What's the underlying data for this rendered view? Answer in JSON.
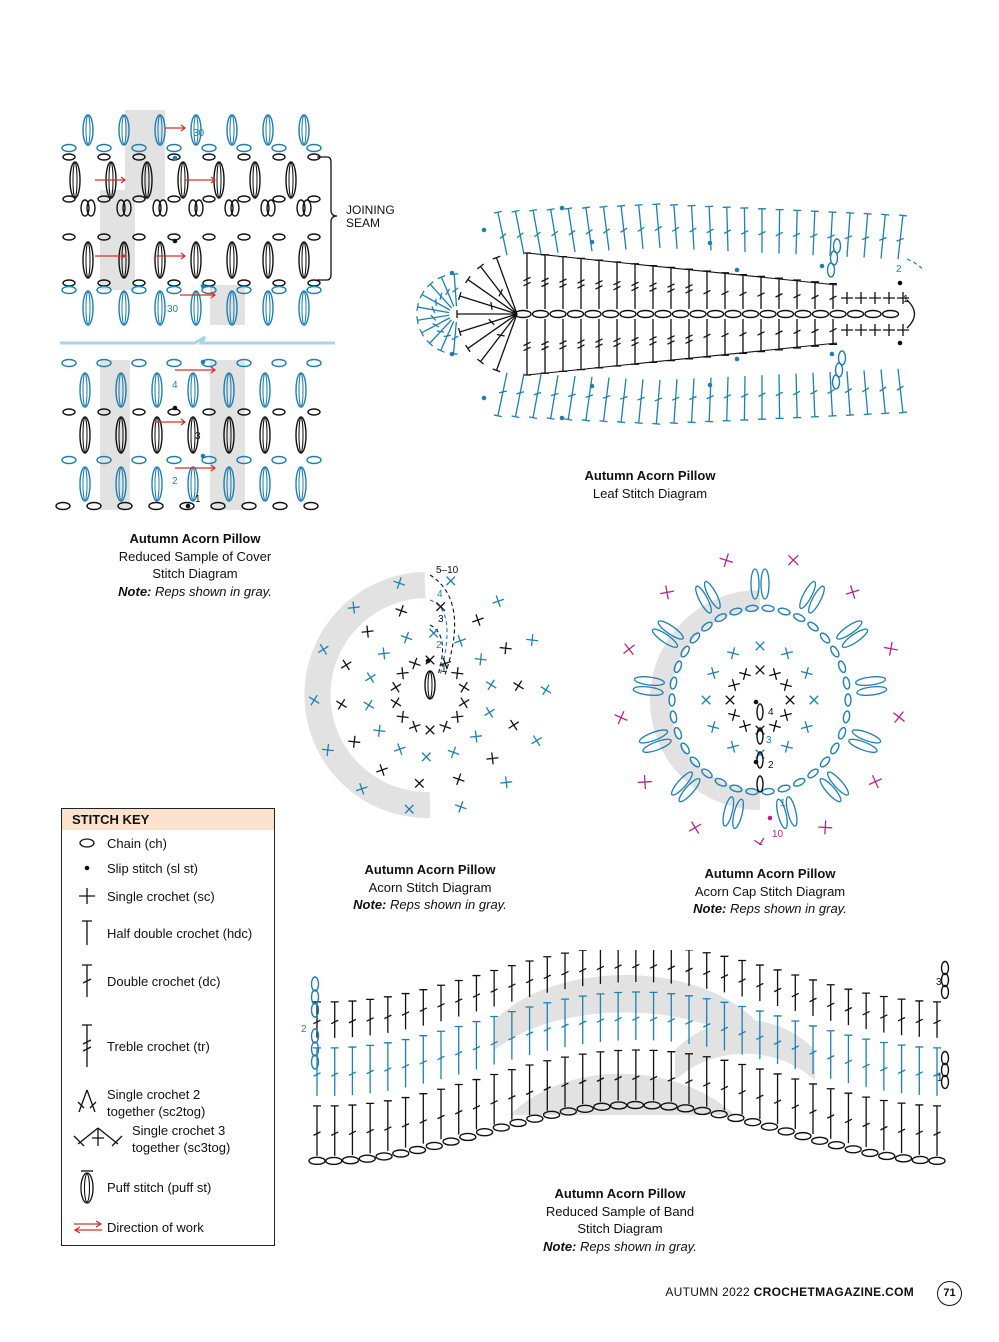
{
  "colors": {
    "blue": "#1f7fb0",
    "black": "#111111",
    "magenta": "#b0288a",
    "gray": "#e2e2e2",
    "arrow_red": "#d0312d",
    "key_header": "#fbe2cf"
  },
  "cover_diagram": {
    "joining_seam": [
      "JOINING",
      "SEAM"
    ],
    "row_labels": [
      "30",
      "30",
      "4",
      "3",
      "2",
      "1"
    ],
    "caption": {
      "title": "Autumn Acorn Pillow",
      "line1": "Reduced Sample of Cover",
      "line2": "Stitch Diagram",
      "note_label": "Note:",
      "note_text": " Reps shown in gray."
    }
  },
  "leaf_diagram": {
    "row_labels": [
      "2",
      "1"
    ],
    "caption": {
      "title": "Autumn Acorn Pillow",
      "line1": "Leaf Stitch Diagram"
    }
  },
  "acorn_diagram": {
    "row_labels": [
      "5–10",
      "4",
      "3",
      "2",
      "1"
    ],
    "caption": {
      "title": "Autumn Acorn Pillow",
      "line1": "Acorn Stitch Diagram",
      "note_label": "Note:",
      "note_text": " Reps shown in gray."
    }
  },
  "acorn_cap_diagram": {
    "row_labels": [
      "4",
      "3",
      "2",
      "1",
      "10"
    ],
    "caption": {
      "title": "Autumn Acorn Pillow",
      "line1": "Acorn Cap Stitch Diagram",
      "note_label": "Note:",
      "note_text": " Reps shown in gray."
    }
  },
  "band_diagram": {
    "row_labels": [
      "3",
      "2",
      "1"
    ],
    "caption": {
      "title": "Autumn Acorn Pillow",
      "line1": "Reduced Sample of Band",
      "line2": "Stitch Diagram",
      "note_label": "Note:",
      "note_text": " Reps shown in gray."
    }
  },
  "stitch_key": {
    "title": "STITCH KEY",
    "items": [
      {
        "icon": "chain-icon",
        "label": "Chain (ch)"
      },
      {
        "icon": "slip-stitch-icon",
        "label": "Slip stitch (sl st)"
      },
      {
        "icon": "single-crochet-icon",
        "label": "Single crochet (sc)"
      },
      {
        "icon": "half-double-crochet-icon",
        "label": "Half double crochet (hdc)"
      },
      {
        "icon": "double-crochet-icon",
        "label": "Double crochet (dc)"
      },
      {
        "icon": "treble-crochet-icon",
        "label": "Treble crochet (tr)"
      },
      {
        "icon": "sc2tog-icon",
        "label_lines": [
          "Single crochet 2",
          "together (sc2tog)"
        ]
      },
      {
        "icon": "sc3tog-icon",
        "label_lines": [
          "Single crochet 3",
          "together (sc3tog)"
        ]
      },
      {
        "icon": "puff-stitch-icon",
        "label": "Puff stitch (puff st)"
      },
      {
        "icon": "direction-arrows-icon",
        "label": "Direction of work"
      }
    ]
  },
  "footer": {
    "season": "AUTUMN 2022",
    "site": "CROCHETMAGAZINE.COM",
    "page_number": "71"
  }
}
